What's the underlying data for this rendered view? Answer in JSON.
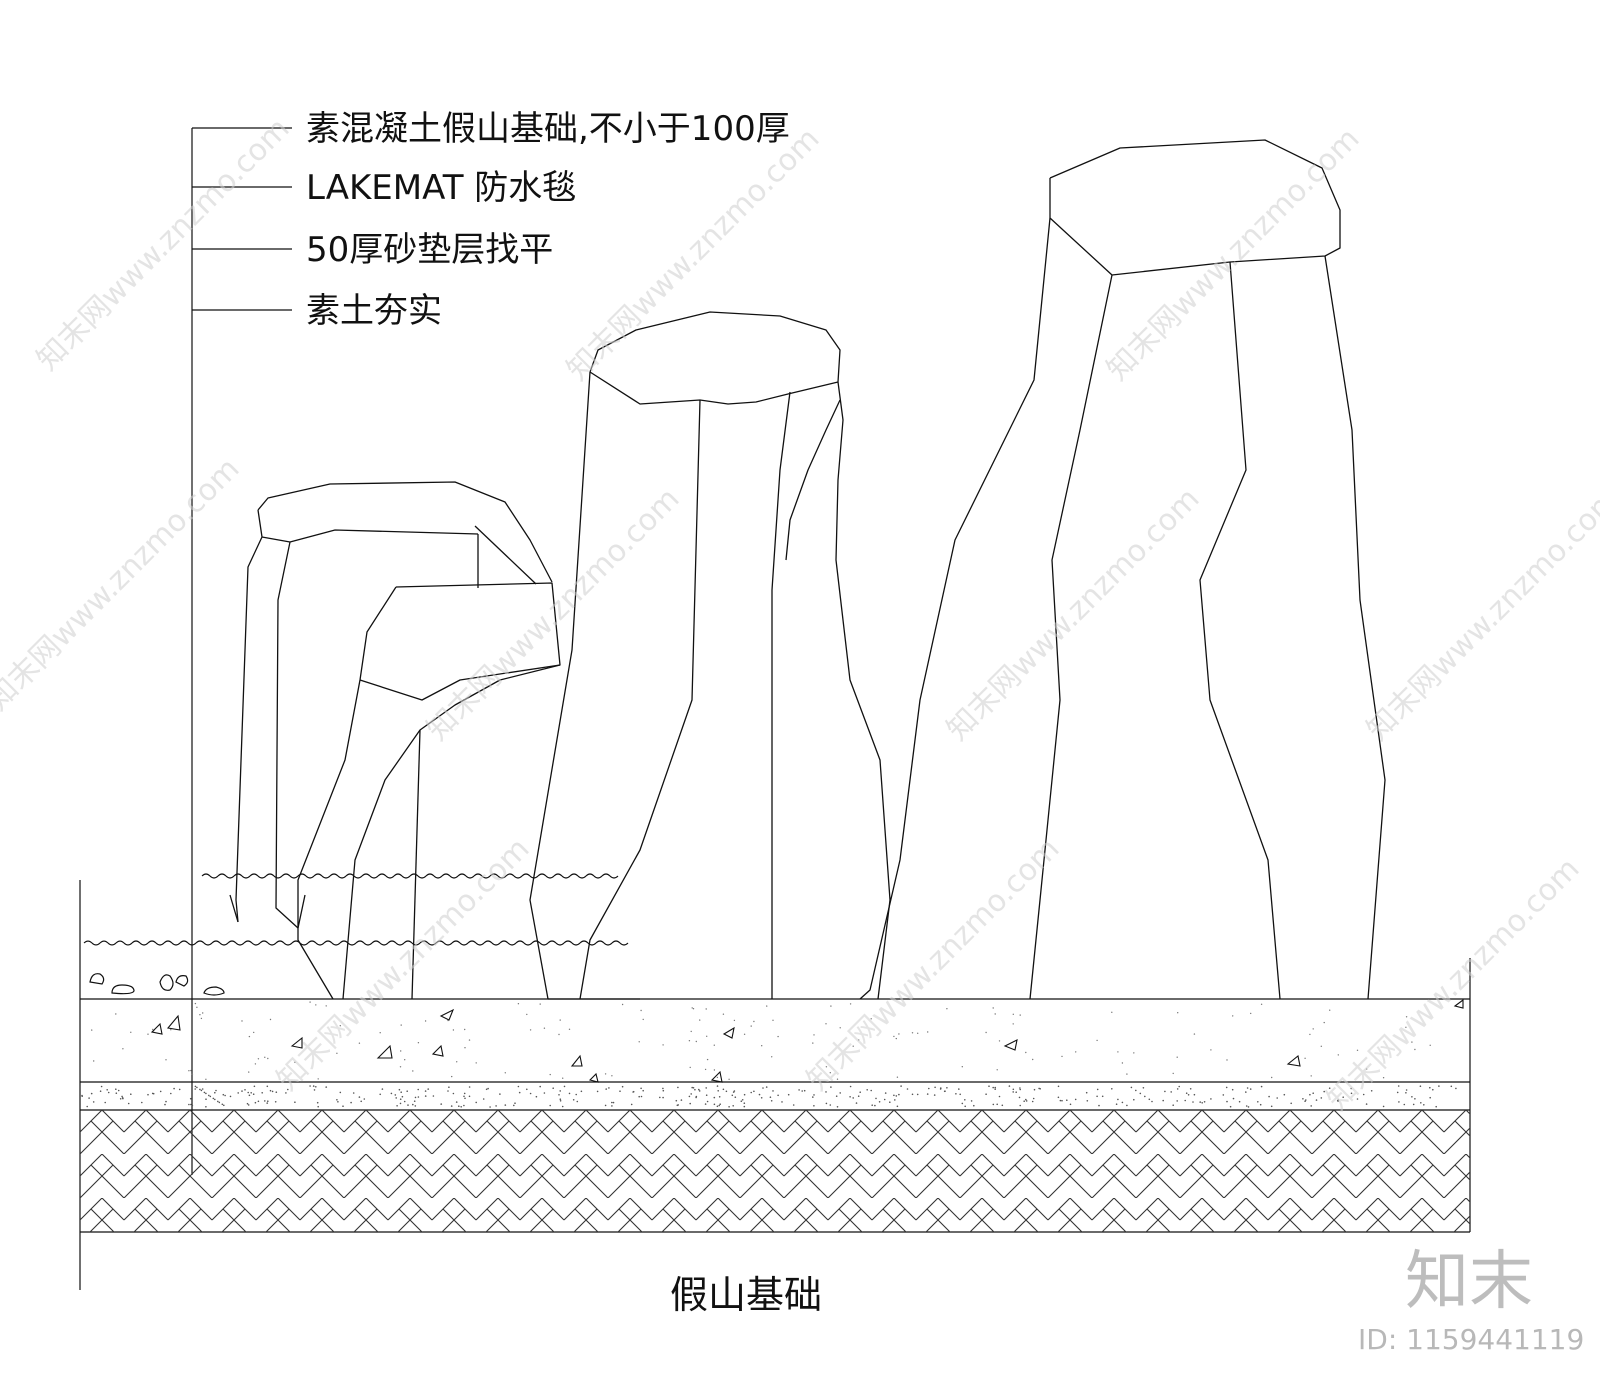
{
  "annotations": [
    {
      "text": "素混凝土假山基础,不小于100厚"
    },
    {
      "text": "LAKEMAT 防水毯"
    },
    {
      "text": "50厚砂垫层找平"
    },
    {
      "text": "素土夯实"
    }
  ],
  "caption": "假山基础",
  "watermark": {
    "text": "知末网www.znzmo.com",
    "brand": "知末",
    "id_label": "ID: 1159441119"
  },
  "colors": {
    "line": "#111111",
    "watermark": "#cfcfcf"
  }
}
